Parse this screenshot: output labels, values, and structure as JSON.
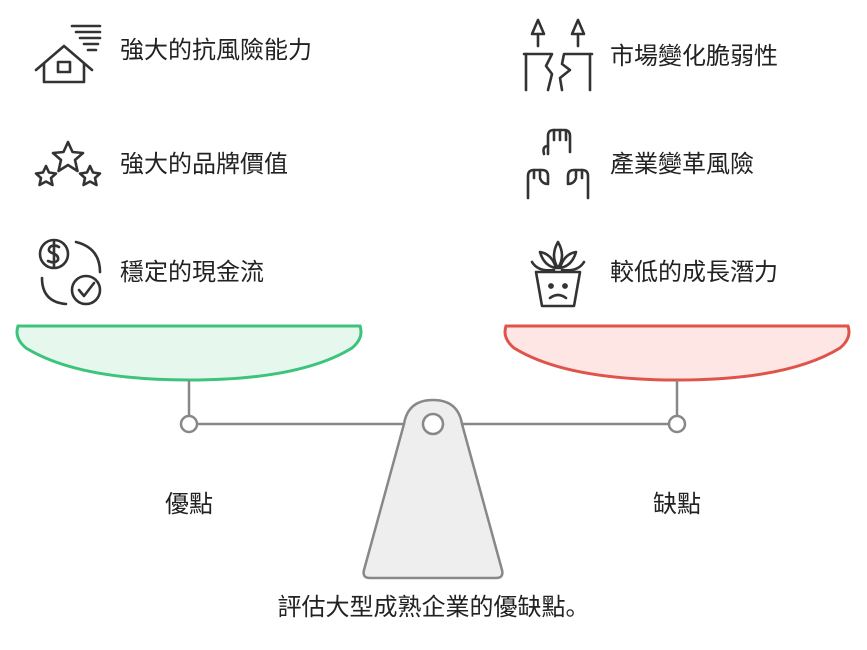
{
  "pros": {
    "label": "優點",
    "items": [
      {
        "text": "強大的抗風險能力",
        "icon": "house-storm-icon"
      },
      {
        "text": "強大的品牌價值",
        "icon": "stars-icon"
      },
      {
        "text": "穩定的現金流",
        "icon": "cash-flow-icon"
      }
    ]
  },
  "cons": {
    "label": "缺點",
    "items": [
      {
        "text": "市場變化脆弱性",
        "icon": "cracked-ground-icon"
      },
      {
        "text": "產業變革風險",
        "icon": "raised-fists-icon"
      },
      {
        "text": "較低的成長潛力",
        "icon": "wilting-plant-icon"
      }
    ]
  },
  "caption": "評估大型成熟企業的優缺點。",
  "colors": {
    "pros_fill": "#e6f8ee",
    "pros_stroke": "#3cc47c",
    "cons_fill": "#fde6e4",
    "cons_stroke": "#e0534a",
    "beam": "#888888",
    "stand_fill": "#eeeeee"
  }
}
